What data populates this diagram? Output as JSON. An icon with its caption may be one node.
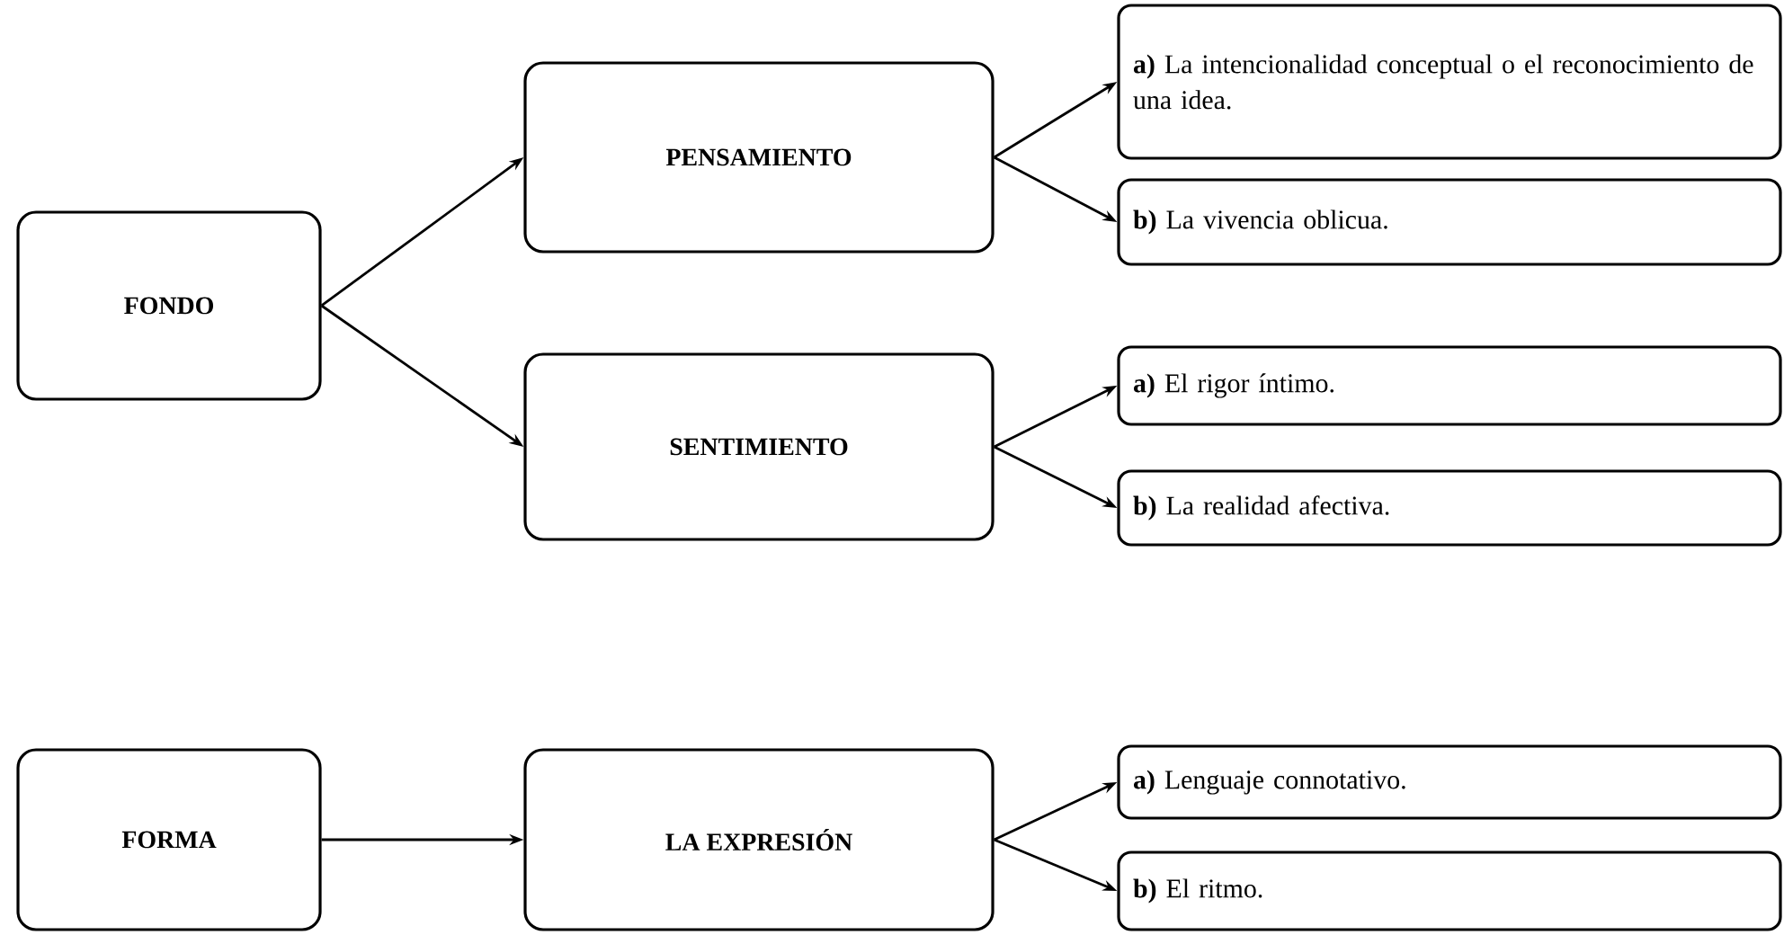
{
  "diagram": {
    "nodes": [
      {
        "text": [
          "FONDO"
        ]
      },
      {
        "text": [
          "PENSAMIENTO"
        ]
      },
      {
        "text": [
          "**a)** La intencionalidad conceptual o el reconocimiento de una idea."
        ]
      },
      {
        "text": [
          "**b)** La vivencia oblicua."
        ]
      },
      {
        "text": [
          "SENTIMIENTO"
        ]
      },
      {
        "text": [
          "**a)** El rigor íntimo."
        ]
      },
      {
        "text": [
          "**b)** La realidad afectiva."
        ]
      },
      {
        "text": [
          "FORMA"
        ]
      },
      {
        "text": [
          "LA EXPRESIÓN"
        ]
      },
      {
        "text": [
          "**a)** Lenguaje connotativo."
        ]
      },
      {
        "text": [
          "**b)** El ritmo."
        ]
      }
    ],
    "edges": [
      {
        "from": 0,
        "to": 1,
        "arrow": "to"
      },
      {
        "from": 0,
        "to": 4,
        "arrow": "to"
      },
      {
        "from": 1,
        "to": 2,
        "arrow": "to"
      },
      {
        "from": 1,
        "to": 3,
        "arrow": "to"
      },
      {
        "from": 4,
        "to": 5,
        "arrow": "to"
      },
      {
        "from": 4,
        "to": 6,
        "arrow": "to"
      },
      {
        "from": 7,
        "to": 8,
        "arrow": "to"
      },
      {
        "from": 8,
        "to": 9,
        "arrow": "to"
      },
      {
        "from": 8,
        "to": 10,
        "arrow": "to"
      }
    ]
  }
}
